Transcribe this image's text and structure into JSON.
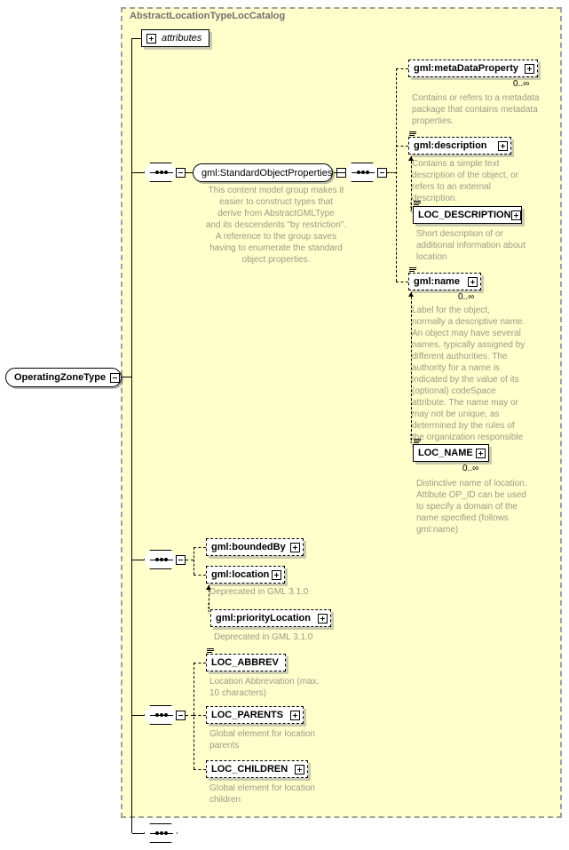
{
  "diagram": {
    "kind": "xml-schema-element-diagram",
    "root_type": {
      "label": "OperatingZoneType",
      "toggle": "minus"
    },
    "container": {
      "title": "AbstractLocationTypeLocCatalog"
    },
    "attributes_node": {
      "label": "attributes",
      "toggle": "plus"
    },
    "groups": {
      "standard_object_properties": {
        "label": "gml:StandardObjectProperties",
        "toggle": "minus",
        "note": "This content model group makes it\neasier to construct types that\n      derive from AbstractGMLType\nand its descendents \"by restriction\".\n      A reference to the group saves\nhaving to enumerate the standard\nobject properties."
      }
    },
    "elements": [
      {
        "id": "metaDataProperty",
        "label": "gml:metaDataProperty",
        "toggle": "plus",
        "cardinality": "0..∞",
        "note": "Contains or refers to a metadata\npackage that contains metadata\nproperties."
      },
      {
        "id": "description",
        "label": "gml:description",
        "toggle": "plus",
        "cardinality": "",
        "note": "Contains a simple text\ndescription of the object, or\nrefers to an external\ndescription."
      },
      {
        "id": "loc_description",
        "label": "LOC_DESCRIPTION",
        "toggle": "plus",
        "cardinality": "",
        "note": "Short description of or\nadditional information about\nlocation"
      },
      {
        "id": "name",
        "label": "gml:name",
        "toggle": "plus",
        "cardinality": "0..∞",
        "note": "Label for the object,\nnormally a descriptive name.\nAn object may have several\nnames, typically assigned by\ndifferent authorities.  The\nauthority for a name is\nindicated by the value of its\n(optional) codeSpace\nattribute.  The name may or\nmay not be unique, as\ndetermined by the rules of\nthe organization responsible\nfor the codeSpace."
      },
      {
        "id": "loc_name",
        "label": "LOC_NAME",
        "toggle": "plus",
        "cardinality": "0..∞",
        "note": "Distinctive name of location.\nAttibute OP_ID can be used\nto specify a domain of the\nname specified (follows\ngml:name)"
      },
      {
        "id": "boundedBy",
        "label": "gml:boundedBy",
        "toggle": "plus",
        "cardinality": "",
        "note": ""
      },
      {
        "id": "location",
        "label": "gml:location",
        "toggle": "plus",
        "cardinality": "",
        "note": "Deprecated in GML 3.1.0"
      },
      {
        "id": "priorityLocation",
        "label": "gml:priorityLocation",
        "toggle": "plus",
        "cardinality": "",
        "note": "Deprecated in GML 3.1.0"
      },
      {
        "id": "loc_abbrev",
        "label": "LOC_ABBREV",
        "toggle": "none",
        "cardinality": "",
        "note": "Location Abbreviation (max.\n10 characters)"
      },
      {
        "id": "loc_parents",
        "label": "LOC_PARENTS",
        "toggle": "plus",
        "cardinality": "",
        "note": "Global element for location\nparents"
      },
      {
        "id": "loc_children",
        "label": "LOC_CHILDREN",
        "toggle": "plus",
        "cardinality": "",
        "note": "Global element for location\nchildren"
      }
    ],
    "colors": {
      "panel_background": "#ffffcc",
      "panel_border": "#a0a0a0",
      "note_text": "#9a9a86",
      "line": "#000000",
      "box_background": "#ffffff"
    }
  }
}
